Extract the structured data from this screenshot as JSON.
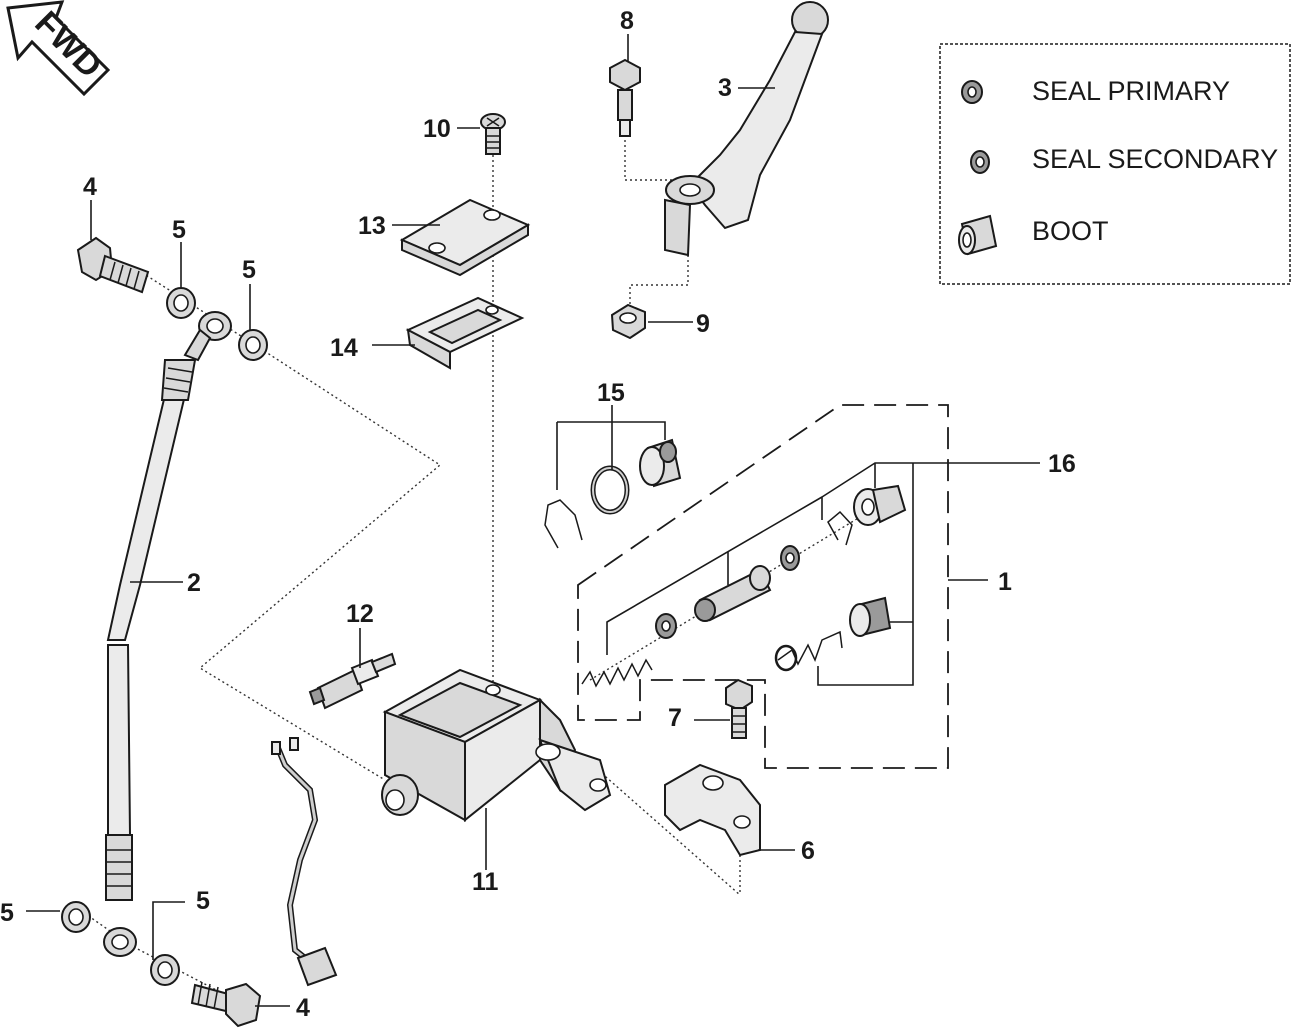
{
  "orientation": {
    "label": "FWD"
  },
  "legend": {
    "items": [
      {
        "label": "SEAL PRIMARY",
        "icon": "seal-primary-icon"
      },
      {
        "label": "SEAL SECONDARY",
        "icon": "seal-secondary-icon"
      },
      {
        "label": "BOOT",
        "icon": "boot-icon"
      }
    ]
  },
  "callouts": {
    "c1": "1",
    "c2": "2",
    "c3": "3",
    "c4_top": "4",
    "c4_bottom": "4",
    "c5_a": "5",
    "c5_b": "5",
    "c5_c": "5",
    "c5_d": "5",
    "c6": "6",
    "c7": "7",
    "c8": "8",
    "c9": "9",
    "c10": "10",
    "c11": "11",
    "c12": "12",
    "c13": "13",
    "c14": "14",
    "c15": "15",
    "c16": "16"
  },
  "colors": {
    "ink": "#1a1a1a",
    "part_fill": "#d9d9d9",
    "background": "#ffffff"
  }
}
